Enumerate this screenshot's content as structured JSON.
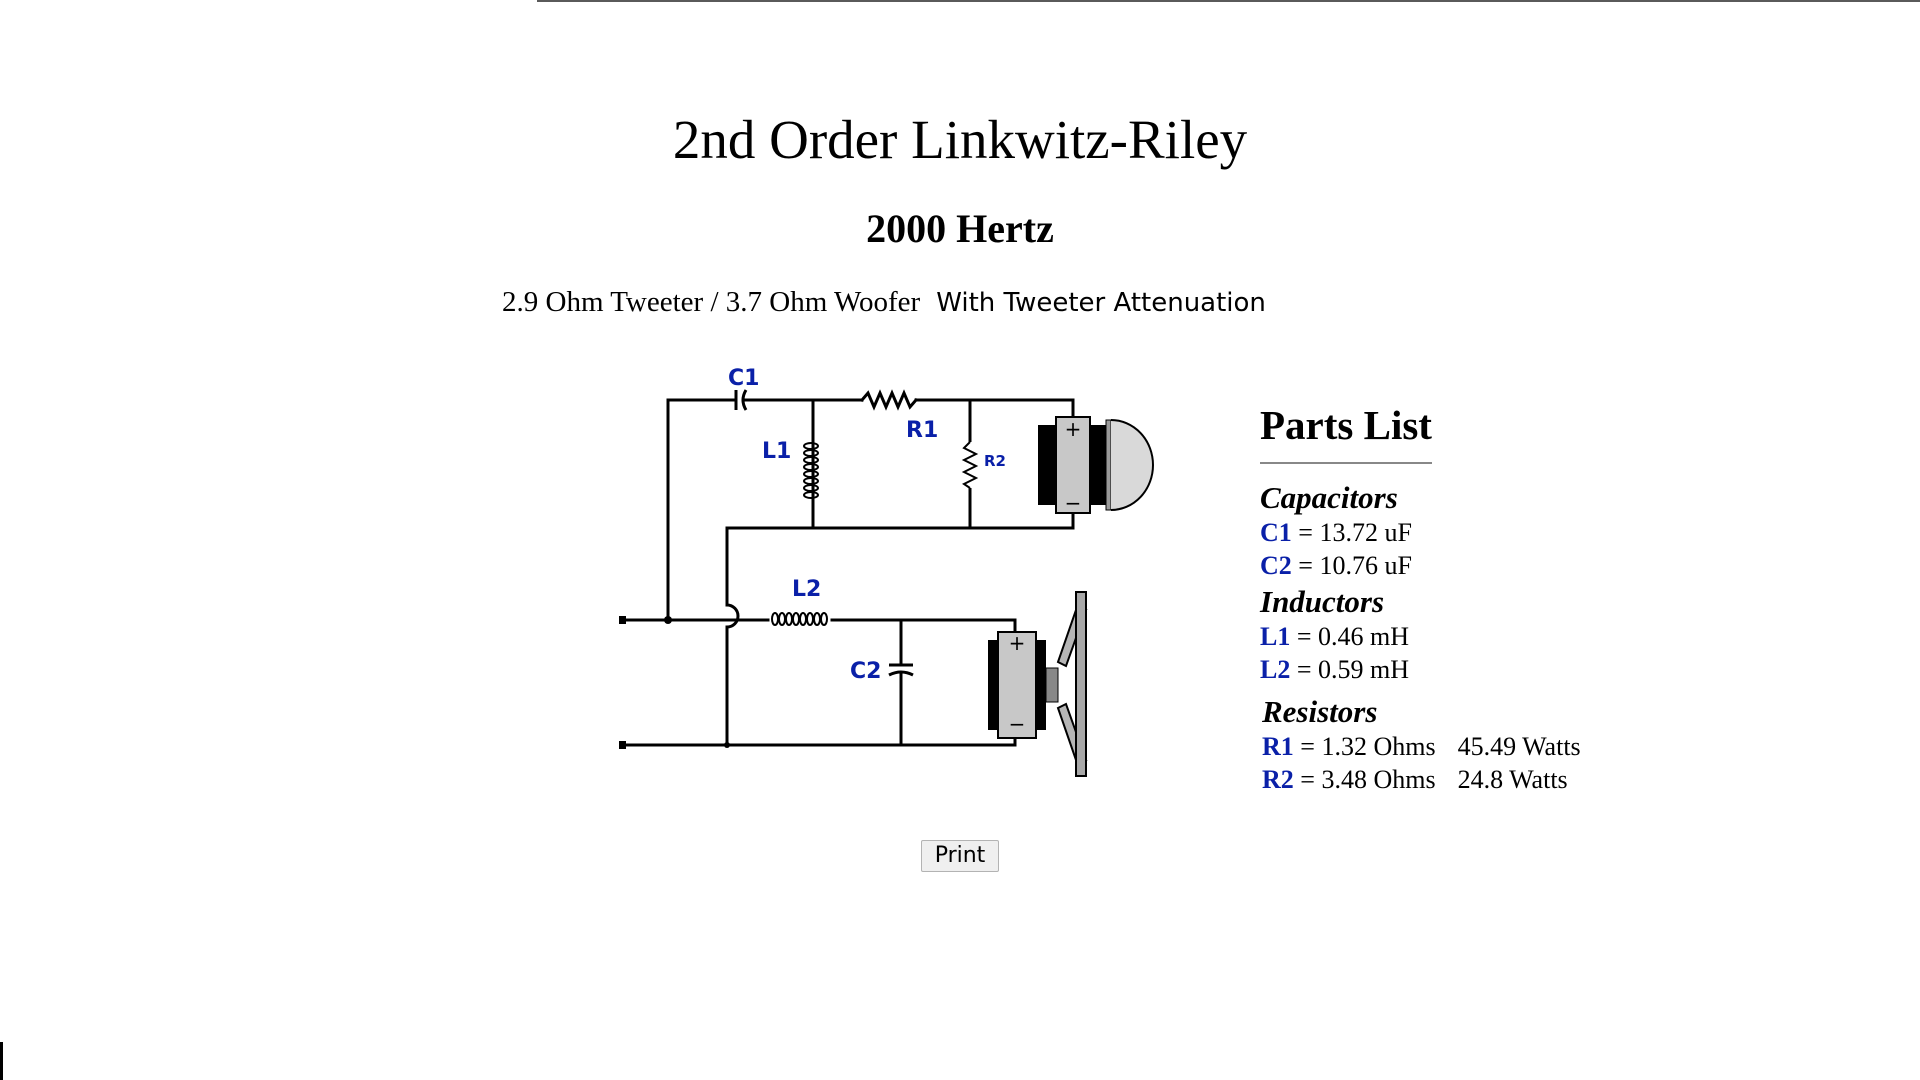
{
  "page": {
    "title": "2nd Order Linkwitz-Riley",
    "frequency": "2000 Hertz",
    "configuration": "2.9 Ohm Tweeter / 3.7 Ohm Woofer",
    "attenuation_note": "With Tweeter Attenuation"
  },
  "schematic": {
    "labels": {
      "c1": "C1",
      "r1": "R1",
      "l1": "L1",
      "r2": "R2",
      "l2": "L2",
      "c2": "C2"
    },
    "polarity": {
      "plus": "+",
      "minus": "−"
    },
    "colors": {
      "label": "#0a20a8",
      "wire": "#000000"
    }
  },
  "parts_list": {
    "title": "Parts List",
    "capacitors": {
      "heading": "Capacitors",
      "items": [
        {
          "ref": "C1",
          "value": " = 13.72 uF"
        },
        {
          "ref": "C2",
          "value": " = 10.76 uF"
        }
      ]
    },
    "inductors": {
      "heading": "Inductors",
      "items": [
        {
          "ref": "L1",
          "value": " = 0.46 mH"
        },
        {
          "ref": "L2",
          "value": " = 0.59 mH"
        }
      ]
    },
    "resistors": {
      "heading": "Resistors",
      "items": [
        {
          "ref": "R1",
          "value": " = 1.32 Ohms",
          "power": "45.49 Watts"
        },
        {
          "ref": "R2",
          "value": " = 3.48 Ohms",
          "power": "24.8 Watts"
        }
      ]
    }
  },
  "print_button": {
    "label": "Print"
  }
}
